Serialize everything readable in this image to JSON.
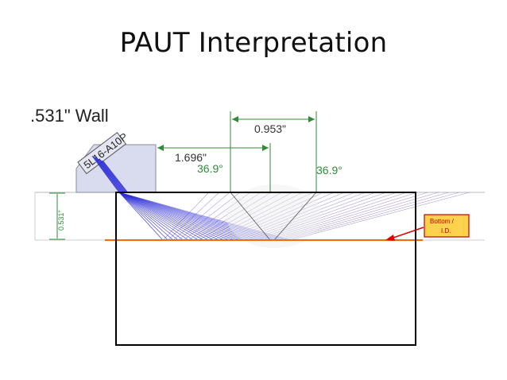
{
  "slide": {
    "title": "PAUT Interpretation"
  },
  "diagram": {
    "wall_label": ".531\" Wall",
    "probe_label": "5L16-A10P",
    "dim_offset": "1.696\"",
    "dim_span": "0.953\"",
    "angle_left": "36.9°",
    "angle_right": "36.9°",
    "thickness_label": "0.531\"",
    "callout_line1": "Bottom /",
    "callout_line2": "I.D."
  },
  "colors": {
    "beam": "#2b2bd6",
    "beam_reflect": "#6a4fb0",
    "bottom_line": "#ff6a00",
    "dimension": "#2e8b3a",
    "callout": "#c00000",
    "wedge": "#d9dcef"
  }
}
